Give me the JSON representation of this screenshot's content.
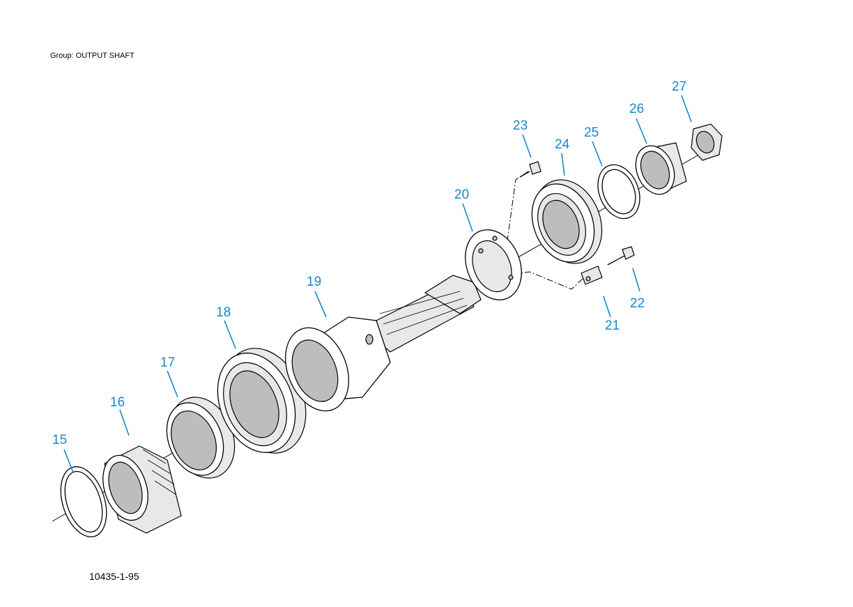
{
  "group_label": "Group: OUTPUT SHAFT",
  "figure_id": "10435-1-95",
  "callouts": [
    "15",
    "16",
    "17",
    "18",
    "19",
    "20",
    "21",
    "22",
    "23",
    "24",
    "25",
    "26",
    "27"
  ],
  "colors": {
    "callout": "#1a86c8",
    "line": "#000000",
    "shade": "#bdbdbd"
  }
}
